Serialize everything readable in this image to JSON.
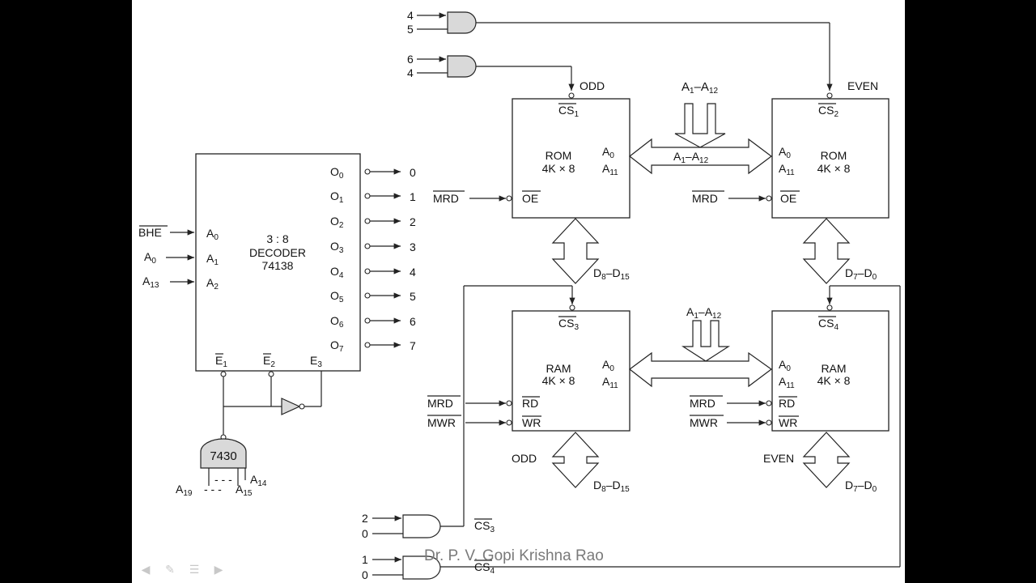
{
  "decoder": {
    "title": [
      "3 : 8",
      "DECODER",
      "74138"
    ],
    "inputs": [
      {
        "signal": "BHE",
        "pin": "A",
        "sub": "0"
      },
      {
        "signal": "A",
        "signal_sub": "0",
        "pin": "A",
        "sub": "1"
      },
      {
        "signal": "A",
        "signal_sub": "13",
        "pin": "A",
        "sub": "2"
      }
    ],
    "outputs": [
      {
        "pin": "O",
        "sub": "0",
        "num": "0"
      },
      {
        "pin": "O",
        "sub": "1",
        "num": "1"
      },
      {
        "pin": "O",
        "sub": "2",
        "num": "2"
      },
      {
        "pin": "O",
        "sub": "3",
        "num": "3"
      },
      {
        "pin": "O",
        "sub": "4",
        "num": "4"
      },
      {
        "pin": "O",
        "sub": "5",
        "num": "5"
      },
      {
        "pin": "O",
        "sub": "6",
        "num": "6"
      },
      {
        "pin": "O",
        "sub": "7",
        "num": "7"
      }
    ],
    "enables": [
      {
        "pin": "E",
        "sub": "1",
        "bar": true
      },
      {
        "pin": "E",
        "sub": "2",
        "bar": true
      },
      {
        "pin": "E",
        "sub": "3",
        "bar": false
      }
    ]
  },
  "nand": {
    "label": "7430",
    "a19": "A",
    "a19_sub": "19",
    "a15": "A",
    "a15_sub": "15",
    "a14": "A",
    "a14_sub": "14",
    "dash": "- - -"
  },
  "rom_odd": {
    "line1": "ROM",
    "line2": "4K × 8",
    "cs": "CS",
    "cs_sub": "1",
    "oe": "OE",
    "a0": "A",
    "a0_sub": "0",
    "a11": "A",
    "a11_sub": "11",
    "tag": "ODD",
    "ctrl": "MRD",
    "data": "D",
    "data_sub1": "8",
    "data_dash": "–D",
    "data_sub2": "15"
  },
  "rom_even": {
    "line1": "ROM",
    "line2": "4K × 8",
    "cs": "CS",
    "cs_sub": "2",
    "oe": "OE",
    "a0": "A",
    "a0_sub": "0",
    "a11": "A",
    "a11_sub": "11",
    "tag": "EVEN",
    "ctrl": "MRD",
    "data": "D",
    "data_sub1": "7",
    "data_dash": "–D",
    "data_sub2": "0"
  },
  "ram_odd": {
    "line1": "RAM",
    "line2": "4K × 8",
    "cs": "CS",
    "cs_sub": "3",
    "rd": "RD",
    "wr": "WR",
    "a0": "A",
    "a0_sub": "0",
    "a11": "A",
    "a11_sub": "11",
    "tag": "ODD",
    "ctrl_rd": "MRD",
    "ctrl_wr": "MWR",
    "data": "D",
    "data_sub1": "8",
    "data_dash": "–D",
    "data_sub2": "15"
  },
  "ram_even": {
    "line1": "RAM",
    "line2": "4K × 8",
    "cs": "CS",
    "cs_sub": "4",
    "rd": "RD",
    "wr": "WR",
    "a0": "A",
    "a0_sub": "0",
    "a11": "A",
    "a11_sub": "11",
    "tag": "EVEN",
    "ctrl_rd": "MRD",
    "ctrl_wr": "MWR",
    "data": "D",
    "data_sub1": "7",
    "data_dash": "–D",
    "data_sub2": "0"
  },
  "address_bus": {
    "top": "A",
    "top_sub1": "1",
    "top_dash": "–A",
    "top_sub2": "12",
    "rom_bus": "A",
    "rom_sub1": "1",
    "rom_dash": "–A",
    "rom_sub2": "12",
    "ram_top": "A",
    "ram_sub1": "1",
    "ram_dash": "–A",
    "ram_sub2": "12"
  },
  "gates": {
    "g_even_rom": [
      "4",
      "5"
    ],
    "g_odd_rom": [
      "6",
      "4"
    ],
    "g_cs3": [
      "2",
      "0"
    ],
    "g_cs4": [
      "1",
      "0"
    ],
    "cs3_label": "CS",
    "cs3_sub": "3",
    "cs4_label": "CS",
    "cs4_sub": "4"
  },
  "watermark": "Dr. P. V. Gopi Krishna Rao",
  "nav_icons": [
    "arrow-left-icon",
    "pen-icon",
    "menu-icon",
    "arrow-right-icon"
  ]
}
